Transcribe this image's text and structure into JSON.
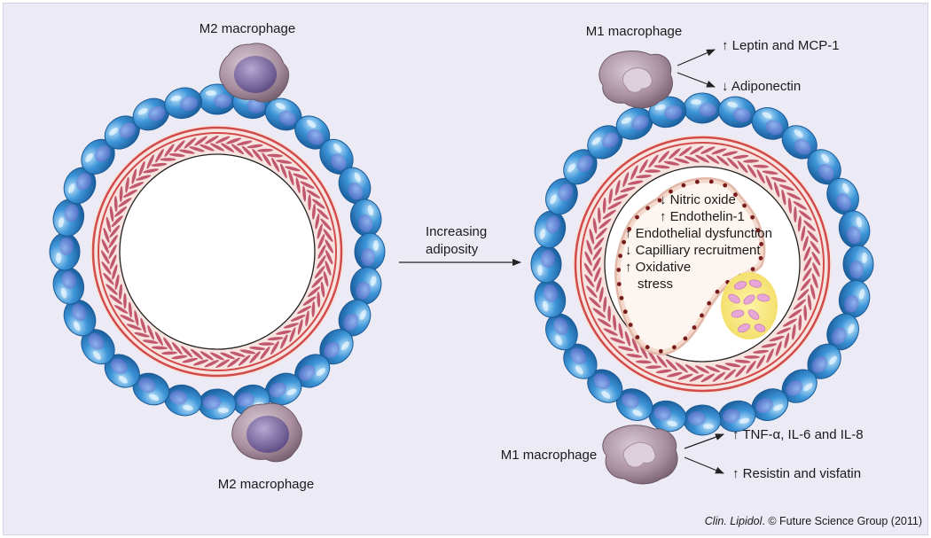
{
  "left_vessel": {
    "macrophage_top_label": "M2 macrophage",
    "macrophage_bottom_label": "M2 macrophage"
  },
  "transition": {
    "line1": "Increasing",
    "line2": "adiposity"
  },
  "right_vessel": {
    "macrophage_top_label": "M1 macrophage",
    "top_effects": [
      "↑ Leptin and MCP-1",
      "↓ Adiponectin"
    ],
    "macrophage_bottom_label": "M1 macrophage",
    "bottom_effects": [
      "↑ TNF-α, IL-6 and IL-8",
      "↑ Resistin and visfatin"
    ],
    "inner_effects": [
      "↓ Nitric oxide",
      "↑ Endothelin-1",
      "↑ Endothelial dysfunction",
      "↓ Capilliary recruitment",
      "↑ Oxidative",
      "stress"
    ]
  },
  "credit": {
    "journal": "Clin. Lipidol",
    "rest": ". © Future Science Group (2011)"
  },
  "colors": {
    "panel": "#ecebf5",
    "adipocyte": "#2f86cf",
    "vessel_wall": "#cf4a4a",
    "smooth_muscle": "#b03a55",
    "macrophage": "#9d8597",
    "capillary": "#f0d6c8",
    "red_cells": "#e9a9d9",
    "lipid_area": "#f5e47a"
  }
}
